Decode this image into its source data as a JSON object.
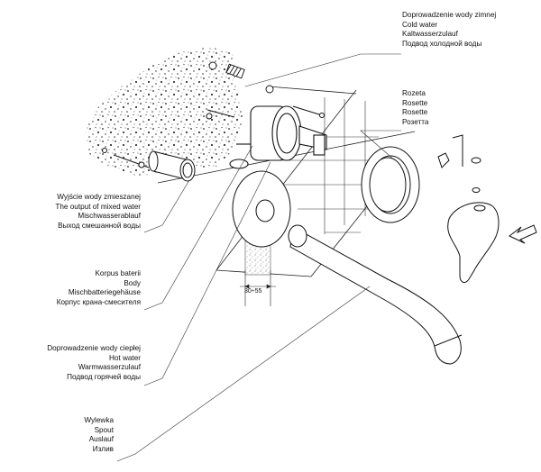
{
  "labels": {
    "cold_water": [
      "Doprowadzenie wody zimnej",
      "Cold water",
      "Kaltwasserzulauf",
      "Подвод холодной воды"
    ],
    "rosette": [
      "Rozeta",
      "Rosette",
      "Rosette",
      "Розетта"
    ],
    "mixed_output": [
      "Wyjście wody zmieszanej",
      "The output of mixed water",
      "Mischwasserablauf",
      "Выход смешанной воды"
    ],
    "body": [
      "Korpus baterii",
      "Body",
      "Mischbatteriegehäuse",
      "Корпус крана-смесителя"
    ],
    "hot_water": [
      "Doprowadzenie wody ciepłej",
      "Hot water",
      "Warmwasserzulauf",
      "Подвод горячей воды"
    ],
    "spout": [
      "Wylewka",
      "Spout",
      "Auslauf",
      "Излив"
    ]
  },
  "dimension": "30÷55"
}
